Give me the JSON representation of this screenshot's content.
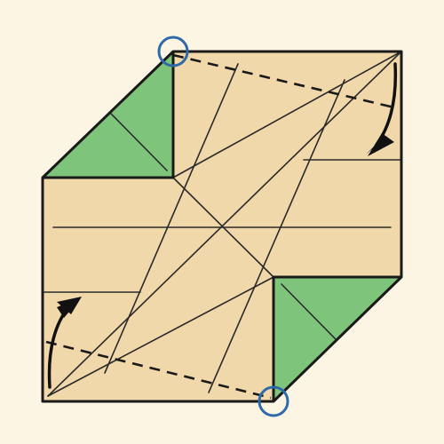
{
  "diagram": {
    "kind": "origami-fold-instruction",
    "colors": {
      "background": "#fdf5e4",
      "paper": "#f0d8aa",
      "flap": "#7ec47a",
      "outline": "#1a1a1a",
      "marker_circle": "#2f6aa8",
      "arrow": "#111111"
    },
    "flaps": [
      {
        "name": "top-left-flap"
      },
      {
        "name": "bottom-right-flap"
      }
    ],
    "fold_lines": [
      {
        "name": "upper-valley-fold",
        "style": "dashed"
      },
      {
        "name": "lower-valley-fold",
        "style": "dashed"
      }
    ],
    "arrows": [
      {
        "name": "right-fold-arrow",
        "direction": "down"
      },
      {
        "name": "left-fold-arrow",
        "direction": "up"
      }
    ],
    "markers": [
      {
        "name": "top-reference-point",
        "shape": "circle"
      },
      {
        "name": "bottom-reference-point",
        "shape": "circle"
      }
    ]
  }
}
